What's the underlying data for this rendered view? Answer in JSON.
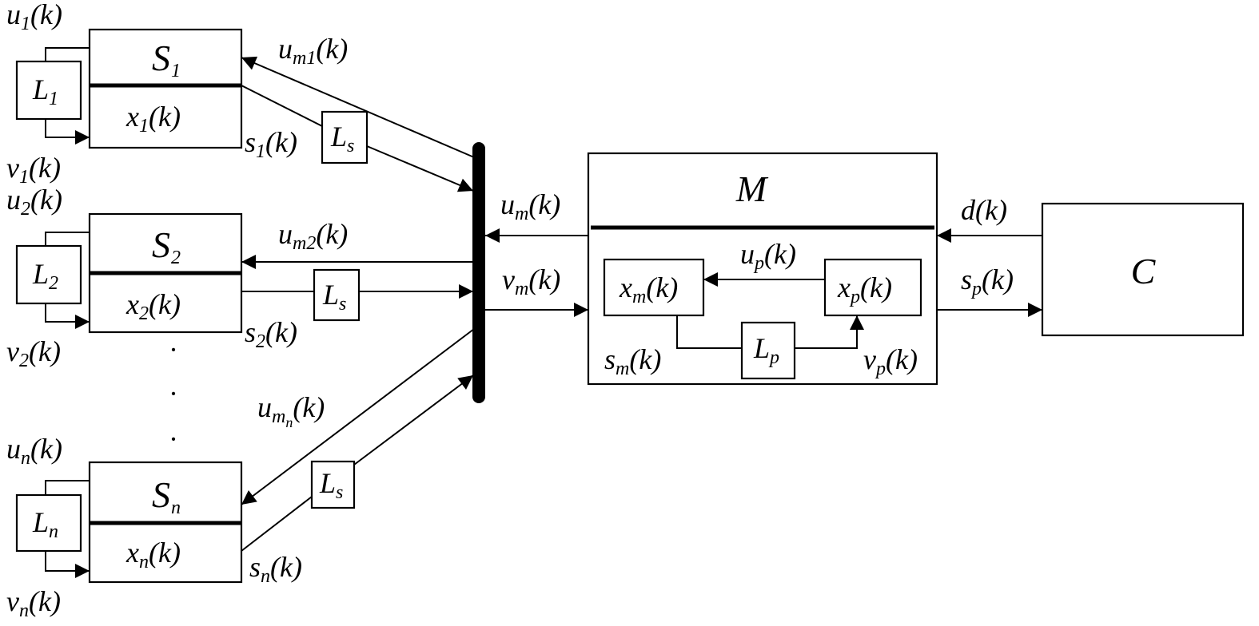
{
  "blocks": {
    "s1": {
      "name": "S",
      "name_sub": "1",
      "state_a": "x",
      "state_sub": "1",
      "state_b": "(k)"
    },
    "s2": {
      "name": "S",
      "name_sub": "2",
      "state_a": "x",
      "state_sub": "2",
      "state_b": "(k)"
    },
    "sn": {
      "name": "S",
      "name_sub": "n",
      "state_a": "x",
      "state_sub": "n",
      "state_b": "(k)"
    },
    "m": {
      "name": "M"
    },
    "c": {
      "name": "C"
    },
    "xm": {
      "a": "x",
      "sub": "m",
      "b": "(k)"
    },
    "xp": {
      "a": "x",
      "sub": "p",
      "b": "(k)"
    }
  },
  "local_delays": {
    "l1": {
      "a": "L",
      "sub": "1"
    },
    "l2": {
      "a": "L",
      "sub": "2"
    },
    "ln": {
      "a": "L",
      "sub": "n"
    },
    "ls": {
      "a": "L",
      "sub": "s"
    },
    "lp": {
      "a": "L",
      "sub": "p"
    }
  },
  "signals": {
    "u1": {
      "a": "u",
      "sub": "1",
      "b": "(k)"
    },
    "v1": {
      "a": "v",
      "sub": "1",
      "b": "(k)"
    },
    "u2": {
      "a": "u",
      "sub": "2",
      "b": "(k)"
    },
    "v2": {
      "a": "v",
      "sub": "2",
      "b": "(k)"
    },
    "un": {
      "a": "u",
      "sub": "n",
      "b": "(k)"
    },
    "vn": {
      "a": "v",
      "sub": "n",
      "b": "(k)"
    },
    "um1": {
      "a": "u",
      "sub": "m1",
      "b": "(k)"
    },
    "um2": {
      "a": "u",
      "sub": "m2",
      "b": "(k)"
    },
    "umn": {
      "a": "u",
      "sub": "m",
      "subsub": "n",
      "b": "(k)"
    },
    "s1": {
      "a": "s",
      "sub": "1",
      "b": "(k)"
    },
    "s2": {
      "a": "s",
      "sub": "2",
      "b": "(k)"
    },
    "sn": {
      "a": "s",
      "sub": "n",
      "b": "(k)"
    },
    "um": {
      "a": "u",
      "sub": "m",
      "b": "(k)"
    },
    "vm": {
      "a": "v",
      "sub": "m",
      "b": "(k)"
    },
    "up": {
      "a": "u",
      "sub": "p",
      "b": "(k)"
    },
    "sm": {
      "a": "s",
      "sub": "m",
      "b": "(k)"
    },
    "vp": {
      "a": "v",
      "sub": "p",
      "b": "(k)"
    },
    "d": {
      "a": "d(k)"
    },
    "sp": {
      "a": "s",
      "sub": "p",
      "b": "(k)"
    }
  },
  "ellipsis": [
    "·",
    "·",
    "·"
  ]
}
